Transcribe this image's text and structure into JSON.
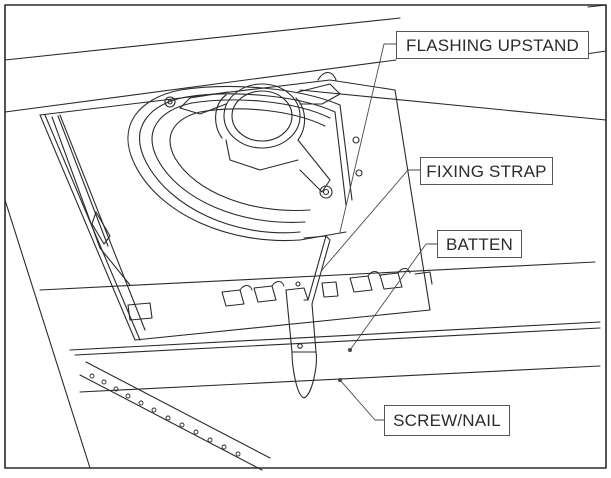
{
  "diagram": {
    "callouts": {
      "flashing_upstand": "FLASHING UPSTAND",
      "fixing_strap": "FIXING STRAP",
      "batten": "BATTEN",
      "screw_nail": "SCREW/NAIL"
    },
    "colors": {
      "line": "#2a2a2a",
      "leader": "#4a4a4a",
      "label_border": "#555555",
      "background": "#ffffff"
    }
  }
}
